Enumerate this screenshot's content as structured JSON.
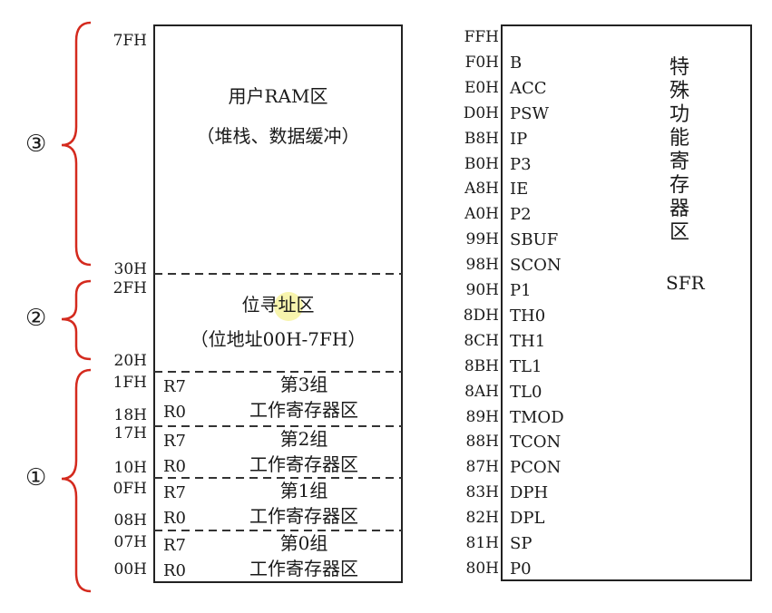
{
  "regions": [
    {
      "marker": "③",
      "brace_color": "#d42a1e"
    },
    {
      "marker": "②",
      "brace_color": "#d42a1e"
    },
    {
      "marker": "①",
      "brace_color": "#d42a1e"
    }
  ],
  "internal_ram": {
    "user_area": {
      "title": "用户RAM区",
      "subtitle": "（堆栈、数据缓冲）"
    },
    "bit_area": {
      "title": "位寻址区",
      "subtitle": "（位地址00H-7FH）"
    },
    "addresses": [
      "7FH",
      "30H",
      "2FH",
      "20H",
      "1FH",
      "18H",
      "17H",
      "10H",
      "0FH",
      "08H",
      "07H",
      "00H"
    ],
    "banks": [
      {
        "hi": "R7",
        "lo": "R0",
        "name": "第3组",
        "label": "工作寄存器区"
      },
      {
        "hi": "R7",
        "lo": "R0",
        "name": "第2组",
        "label": "工作寄存器区"
      },
      {
        "hi": "R7",
        "lo": "R0",
        "name": "第1组",
        "label": "工作寄存器区"
      },
      {
        "hi": "R7",
        "lo": "R0",
        "name": "第0组",
        "label": "工作寄存器区"
      }
    ]
  },
  "sfr": {
    "title": "特殊功能寄存器区",
    "abbr": "SFR",
    "rows": [
      {
        "addr": "FFH",
        "name": ""
      },
      {
        "addr": "F0H",
        "name": "B"
      },
      {
        "addr": "E0H",
        "name": "ACC"
      },
      {
        "addr": "D0H",
        "name": "PSW"
      },
      {
        "addr": "B8H",
        "name": "IP"
      },
      {
        "addr": "B0H",
        "name": "P3"
      },
      {
        "addr": "A8H",
        "name": "IE"
      },
      {
        "addr": "A0H",
        "name": "P2"
      },
      {
        "addr": "99H",
        "name": "SBUF"
      },
      {
        "addr": "98H",
        "name": "SCON"
      },
      {
        "addr": "90H",
        "name": "P1"
      },
      {
        "addr": "8DH",
        "name": "TH0"
      },
      {
        "addr": "8CH",
        "name": "TH1"
      },
      {
        "addr": "8BH",
        "name": "TL1"
      },
      {
        "addr": "8AH",
        "name": "TL0"
      },
      {
        "addr": "89H",
        "name": "TMOD"
      },
      {
        "addr": "88H",
        "name": "TCON"
      },
      {
        "addr": "87H",
        "name": "PCON"
      },
      {
        "addr": "83H",
        "name": "DPH"
      },
      {
        "addr": "82H",
        "name": "DPL"
      },
      {
        "addr": "81H",
        "name": "SP"
      },
      {
        "addr": "80H",
        "name": "P0"
      }
    ]
  }
}
